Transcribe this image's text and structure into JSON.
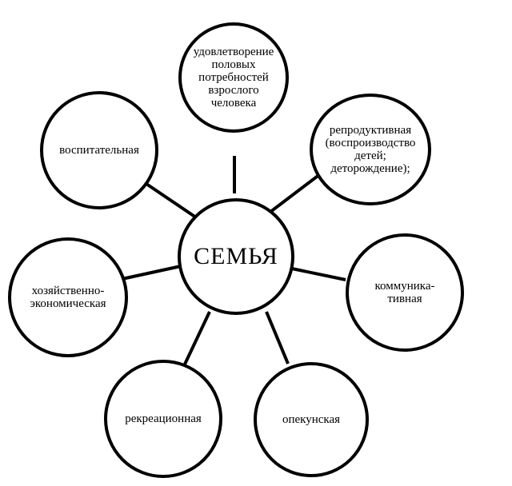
{
  "center": {
    "label": "СЕМЬЯ"
  },
  "functions": [
    {
      "id": "sexual",
      "label": "удовлетворение половых потребностей взрослого человека"
    },
    {
      "id": "reproductive",
      "label": "репродуктивная (воспроизводство детей; деторождение);"
    },
    {
      "id": "communicative",
      "label": "коммуника-тивная"
    },
    {
      "id": "guardianship",
      "label": "опекунская"
    },
    {
      "id": "recreational",
      "label": "рекреационная"
    },
    {
      "id": "economic",
      "label": "хозяйственно-экономическая"
    },
    {
      "id": "educational",
      "label": "воспитательная"
    }
  ],
  "colors": {
    "stroke": "#000000",
    "background": "#ffffff"
  }
}
